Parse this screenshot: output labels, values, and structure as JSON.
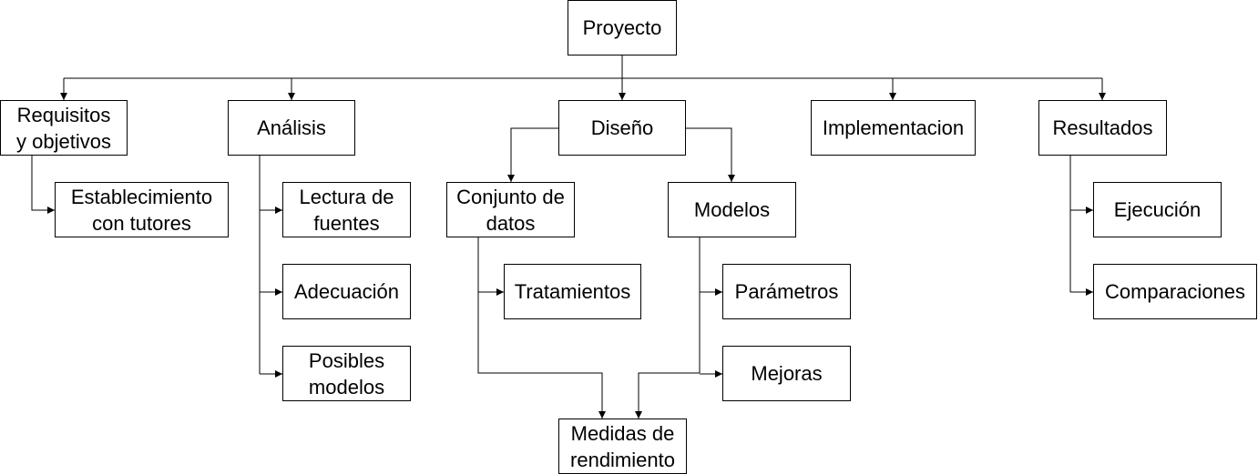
{
  "nodes": {
    "proyecto": "Proyecto",
    "requisitos_1": "Requisitos",
    "requisitos_2": "y objetivos",
    "establecimiento_1": "Establecimiento",
    "establecimiento_2": "con tutores",
    "analisis": "Análisis",
    "lectura_1": "Lectura de",
    "lectura_2": "fuentes",
    "adecuacion": "Adecuación",
    "posibles_1": "Posibles",
    "posibles_2": "modelos",
    "diseno": "Diseño",
    "conjunto_1": "Conjunto de",
    "conjunto_2": "datos",
    "tratamientos": "Tratamientos",
    "modelos": "Modelos",
    "parametros": "Parámetros",
    "mejoras": "Mejoras",
    "medidas_1": "Medidas de",
    "medidas_2": "rendimiento",
    "implementacion": "Implementacion",
    "resultados": "Resultados",
    "ejecucion": "Ejecución",
    "comparaciones": "Comparaciones"
  },
  "colors": {
    "line": "#000000",
    "box_border": "#000000",
    "box_fill": "#ffffff"
  }
}
